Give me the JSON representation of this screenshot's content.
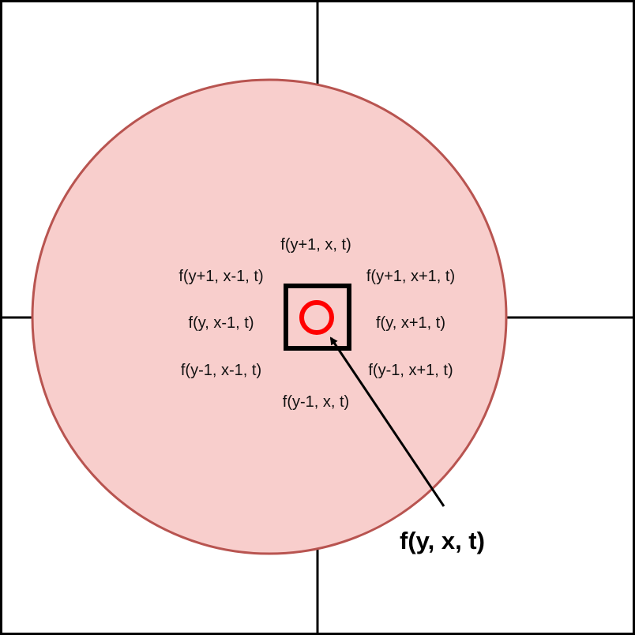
{
  "diagram": {
    "neighbors": {
      "top": "f(y+1, x, t)",
      "top_left": "f(y+1, x-1, t)",
      "top_right": "f(y+1, x+1, t)",
      "left": "f(y, x-1, t)",
      "right": "f(y, x+1, t)",
      "bottom_left": "f(y-1, x-1, t)",
      "bottom_right": "f(y-1, x+1, t)",
      "bottom": "f(y-1, x, t)"
    },
    "center_label": "f(y, x, t)",
    "colors": {
      "disk_fill": "#f8cecc",
      "disk_stroke": "#b85450",
      "center_marker": "#ff0000",
      "grid_lines": "#000000"
    }
  }
}
